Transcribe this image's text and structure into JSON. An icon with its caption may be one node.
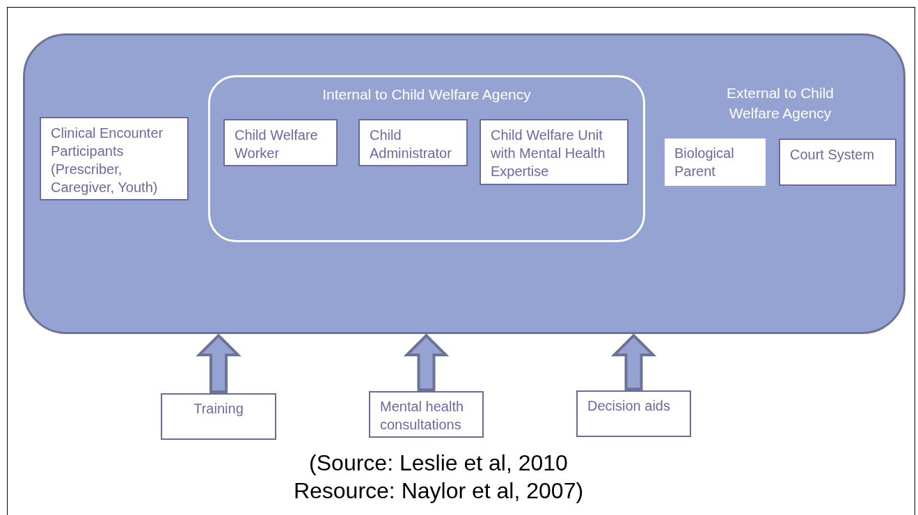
{
  "diagram": {
    "caption": "(Source: Leslie et al, 2010 Resource: Naylor et al, 2007)",
    "nodes": [
      {
        "text": [
          "External to Child Welfare Agency"
        ]
      },
      {
        "text": [
          "Clinical Encounter Participants (Prescriber, Caregiver, Youth)"
        ],
        "in": 0
      },
      {
        "text": [
          "Internal to Child Welfare Agency"
        ],
        "in": 0
      },
      {
        "text": [
          "Child Welfare Worker"
        ],
        "in": 2
      },
      {
        "text": [
          "Child Administrator"
        ],
        "in": 2
      },
      {
        "text": [
          "Child Welfare Unit with Mental Health Expertise"
        ],
        "in": 2
      },
      {
        "text": [
          "Biological Parent"
        ],
        "in": 0
      },
      {
        "text": [
          "Court System"
        ],
        "in": 0
      },
      {
        "text": [
          "Training"
        ]
      },
      {
        "text": [
          "Mental health consultations"
        ]
      },
      {
        "text": [
          "Decision aids"
        ]
      }
    ],
    "edges": [
      {
        "from": 8,
        "to": 0,
        "arrow": "to",
        "style": "thick"
      },
      {
        "from": 9,
        "to": 0,
        "arrow": "to",
        "style": "thick"
      },
      {
        "from": 10,
        "to": 0,
        "arrow": "to",
        "style": "thick"
      }
    ]
  }
}
